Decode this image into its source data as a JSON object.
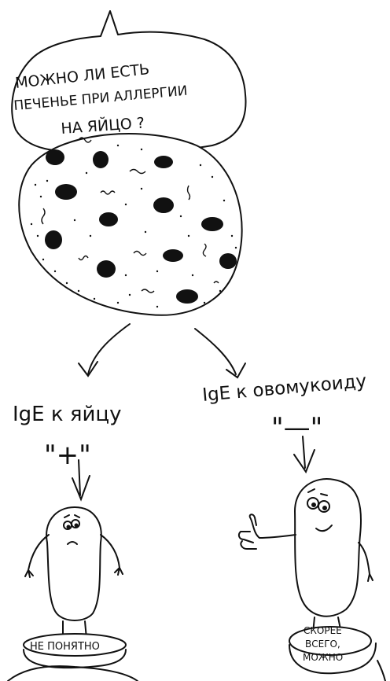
{
  "question": {
    "line1": "МОЖНО ЛИ  ЕСТЬ",
    "line2": "ПЕЧЕНЬЕ  ПРИ АЛЛЕРГИИ",
    "line3": "НА  ЯЙЦО ?"
  },
  "branches": {
    "left": {
      "label": "IgE к яйцу",
      "sign": "\"+\"",
      "result": "НЕ ПОНЯТНО"
    },
    "right": {
      "label": "IgE к овомукоиду",
      "sign": "\"—\"",
      "result_line1": "СКОРЕЕ",
      "result_line2": "ВСЕГО,",
      "result_line3": "МОЖНО"
    }
  },
  "icons": [
    "cookie-icon",
    "confused-character-icon",
    "thumbs-up-character-icon"
  ]
}
